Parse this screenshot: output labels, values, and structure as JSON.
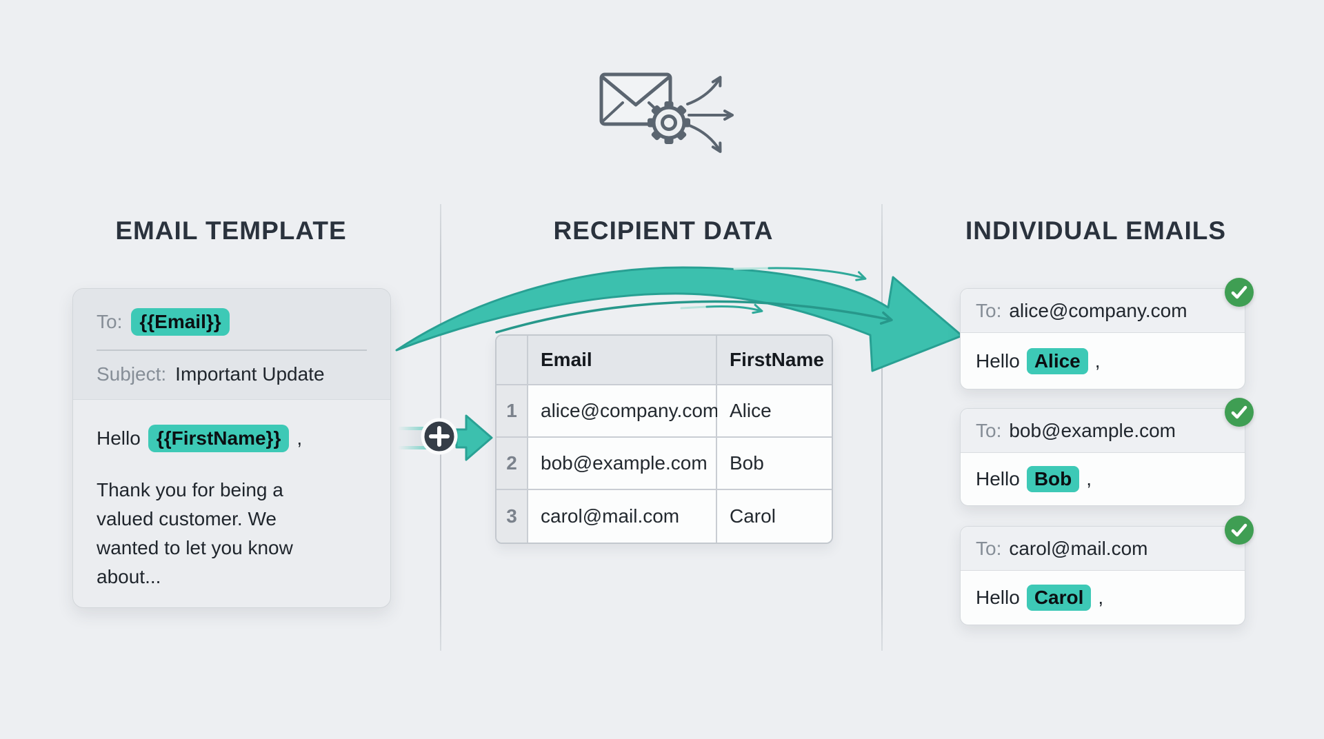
{
  "page": {
    "background": "#edeff2",
    "accent_teal": "#3dc9b6",
    "arrow_teal": "#3cc0ae",
    "arrow_stroke": "#2aa295",
    "badge_green": "#3f9e53",
    "heading_color": "#2a323d"
  },
  "header_icon": {
    "parts": [
      "envelope-icon",
      "gear-icon",
      "fan-out-arrows-icon"
    ]
  },
  "columns": {
    "template": {
      "heading": "EMAIL TEMPLATE",
      "card": {
        "to_label": "To:",
        "to_token": "{{Email}}",
        "subject_label": "Subject:",
        "subject_value": "Important Update",
        "greeting_prefix": "Hello",
        "greeting_token": "{{FirstName}}",
        "greeting_suffix": ",",
        "body": "Thank you for being a valued customer. We wanted to let you know about..."
      }
    },
    "recipients": {
      "heading": "RECIPIENT DATA",
      "table": {
        "headers": [
          "Email",
          "FirstName"
        ],
        "rows": [
          {
            "num": "1",
            "email": "alice@company.com",
            "first_name": "Alice"
          },
          {
            "num": "2",
            "email": "bob@example.com",
            "first_name": "Bob"
          },
          {
            "num": "3",
            "email": "carol@mail.com",
            "first_name": "Carol"
          }
        ]
      }
    },
    "individual": {
      "heading": "INDIVIDUAL EMAILS",
      "emails": [
        {
          "to_label": "To:",
          "to": "alice@company.com",
          "greeting_prefix": "Hello",
          "name": "Alice",
          "greeting_suffix": ","
        },
        {
          "to_label": "To:",
          "to": "bob@example.com",
          "greeting_prefix": "Hello",
          "name": "Bob",
          "greeting_suffix": ","
        },
        {
          "to_label": "To:",
          "to": "carol@mail.com",
          "greeting_prefix": "Hello",
          "name": "Carol",
          "greeting_suffix": ","
        }
      ]
    }
  }
}
